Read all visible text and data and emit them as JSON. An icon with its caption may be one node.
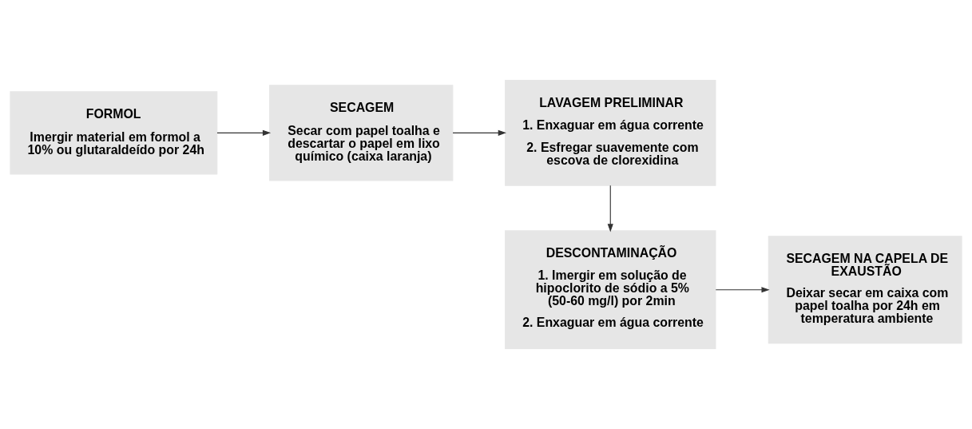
{
  "diagram": {
    "nodes": [
      {
        "text": [
          "FORMOL",
          "Imergir material em formol a 10% ou glutaraldeído por 24h"
        ]
      },
      {
        "text": [
          "SECAGEM",
          "Secar com papel toalha e descartar o papel em lixo químico (caixa laranja)"
        ]
      },
      {
        "text": [
          "LAVAGEM PRELIMINAR",
          "1. Enxaguar em água corrente",
          "2. Esfregar suavemente com escova de clorexidina"
        ]
      },
      {
        "text": [
          "DESCONTAMINAÇÃO",
          "1. Imergir em solução de hipoclorito de sódio a 5% (50-60 mg/l) por 2min",
          "2. Enxaguar em água corrente"
        ]
      },
      {
        "text": [
          "SECAGEM NA CAPELA DE EXAUSTÃO",
          "Deixar secar em caixa com papel toalha por 24h em temperatura ambiente"
        ]
      }
    ],
    "edges": [
      {
        "from": 0,
        "to": 1,
        "arrow": "to"
      },
      {
        "from": 1,
        "to": 2,
        "arrow": "to"
      },
      {
        "from": 2,
        "to": 3,
        "arrow": "to"
      },
      {
        "from": 3,
        "to": 4,
        "arrow": "to"
      }
    ]
  }
}
